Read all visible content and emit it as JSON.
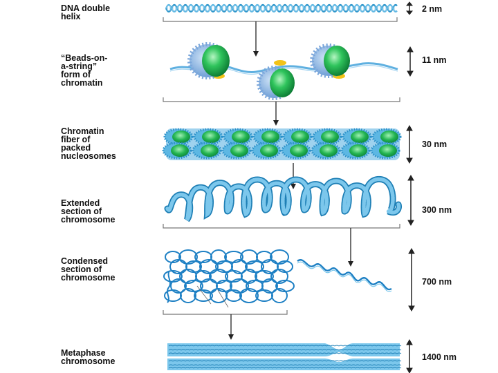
{
  "stages": [
    {
      "id": "dna",
      "label": "DNA double\nhelix",
      "size": "2 nm"
    },
    {
      "id": "beads",
      "label": "“Beads-on-\na-string”\nform of\nchromatin",
      "size": "11 nm"
    },
    {
      "id": "fiber",
      "label": "Chromatin\nfiber of\npacked\nnucleosomes",
      "size": "30 nm"
    },
    {
      "id": "extended",
      "label": "Extended\nsection of\nchromosome",
      "size": "300 nm"
    },
    {
      "id": "condensed",
      "label": "Condensed\nsection of\nchromosome",
      "size": "700 nm"
    },
    {
      "id": "metaphase",
      "label": "Metaphase\nchromosome",
      "size": "1400 nm"
    }
  ],
  "colors": {
    "fiber": "#3aa8d8",
    "fiber_dark": "#1e7fb5",
    "histone": "#19a84a",
    "histone_light": "#7fe39a",
    "histone_core": "#8ab8e6",
    "linker": "#f2c318",
    "arrow": "#222222"
  }
}
